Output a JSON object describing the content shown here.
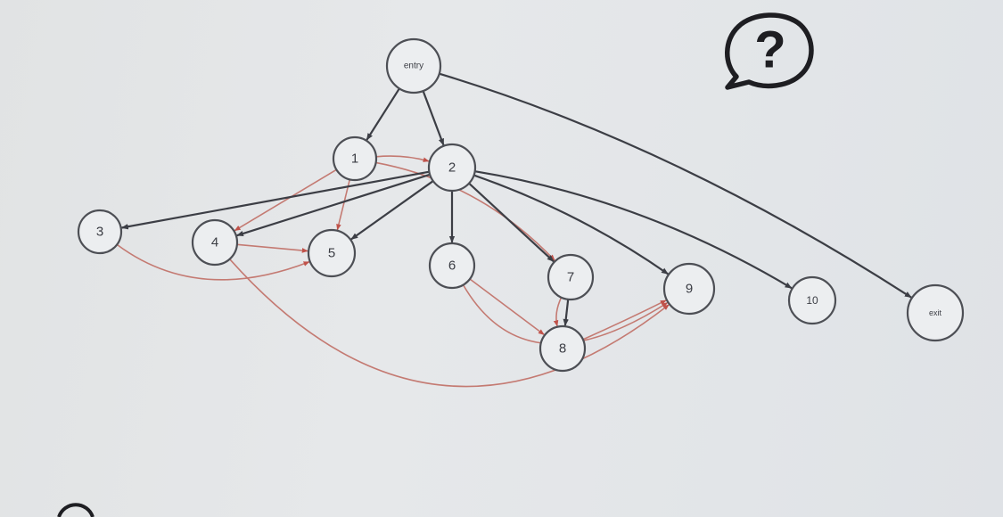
{
  "graph": {
    "nodes": [
      {
        "id": "entry",
        "label": "entry"
      },
      {
        "id": "n1",
        "label": "1"
      },
      {
        "id": "n2",
        "label": "2"
      },
      {
        "id": "n3",
        "label": "3"
      },
      {
        "id": "n4",
        "label": "4"
      },
      {
        "id": "n5",
        "label": "5"
      },
      {
        "id": "n6",
        "label": "6"
      },
      {
        "id": "n7",
        "label": "7"
      },
      {
        "id": "n8",
        "label": "8"
      },
      {
        "id": "n9",
        "label": "9"
      },
      {
        "id": "n10",
        "label": "10"
      },
      {
        "id": "exit",
        "label": "exit"
      }
    ],
    "edges": [
      {
        "from": "entry",
        "to": "n1",
        "style": "dark"
      },
      {
        "from": "entry",
        "to": "n2",
        "style": "dark"
      },
      {
        "from": "entry",
        "to": "exit",
        "style": "dark"
      },
      {
        "from": "n1",
        "to": "n2",
        "style": "red"
      },
      {
        "from": "n1",
        "to": "n4",
        "style": "red"
      },
      {
        "from": "n1",
        "to": "n5",
        "style": "red"
      },
      {
        "from": "n1",
        "to": "n7",
        "style": "red"
      },
      {
        "from": "n2",
        "to": "n3",
        "style": "dark"
      },
      {
        "from": "n2",
        "to": "n4",
        "style": "dark"
      },
      {
        "from": "n2",
        "to": "n5",
        "style": "dark"
      },
      {
        "from": "n2",
        "to": "n6",
        "style": "dark"
      },
      {
        "from": "n2",
        "to": "n7",
        "style": "dark"
      },
      {
        "from": "n2",
        "to": "n9",
        "style": "dark"
      },
      {
        "from": "n2",
        "to": "n10",
        "style": "dark"
      },
      {
        "from": "n3",
        "to": "n5",
        "style": "red"
      },
      {
        "from": "n4",
        "to": "n5",
        "style": "red"
      },
      {
        "from": "n4",
        "to": "n9",
        "style": "red"
      },
      {
        "from": "n6",
        "to": "n8",
        "style": "red"
      },
      {
        "from": "n6",
        "to": "n9",
        "style": "red"
      },
      {
        "from": "n7",
        "to": "n8",
        "style": "dark"
      },
      {
        "from": "n7",
        "to": "n8",
        "style": "red"
      },
      {
        "from": "n8",
        "to": "n9",
        "style": "red"
      }
    ]
  },
  "help_icon": {
    "glyph": "?",
    "icon": "help-speech-bubble-icon"
  },
  "colors": {
    "dark_edge": "#3c3e45",
    "red_edge": "#c47a72",
    "node_fill": "#eceef0",
    "node_stroke": "#4d4f55"
  }
}
